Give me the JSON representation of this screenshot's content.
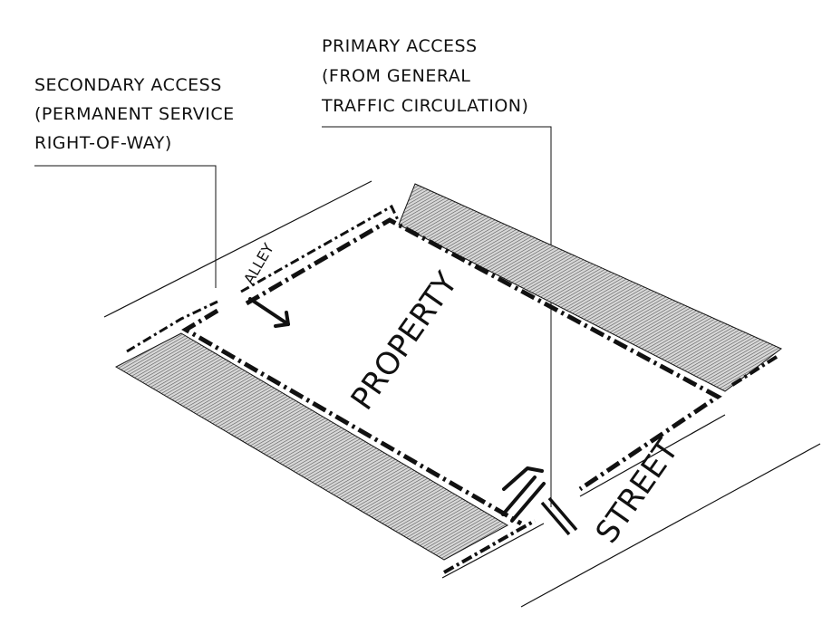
{
  "labels": {
    "secondary_access": [
      "SECONDARY ACCESS",
      "(PERMANENT SERVICE",
      "RIGHT-OF-WAY)"
    ],
    "primary_access": [
      "PRIMARY ACCESS",
      "(FROM GENERAL",
      "TRAFFIC CIRCULATION)"
    ],
    "alley": "ALLEY",
    "property": "PROPERTY",
    "street": "STREET"
  },
  "colors": {
    "ink": "#111111",
    "hatch": "#9a9a9a",
    "paper": "#ffffff"
  }
}
